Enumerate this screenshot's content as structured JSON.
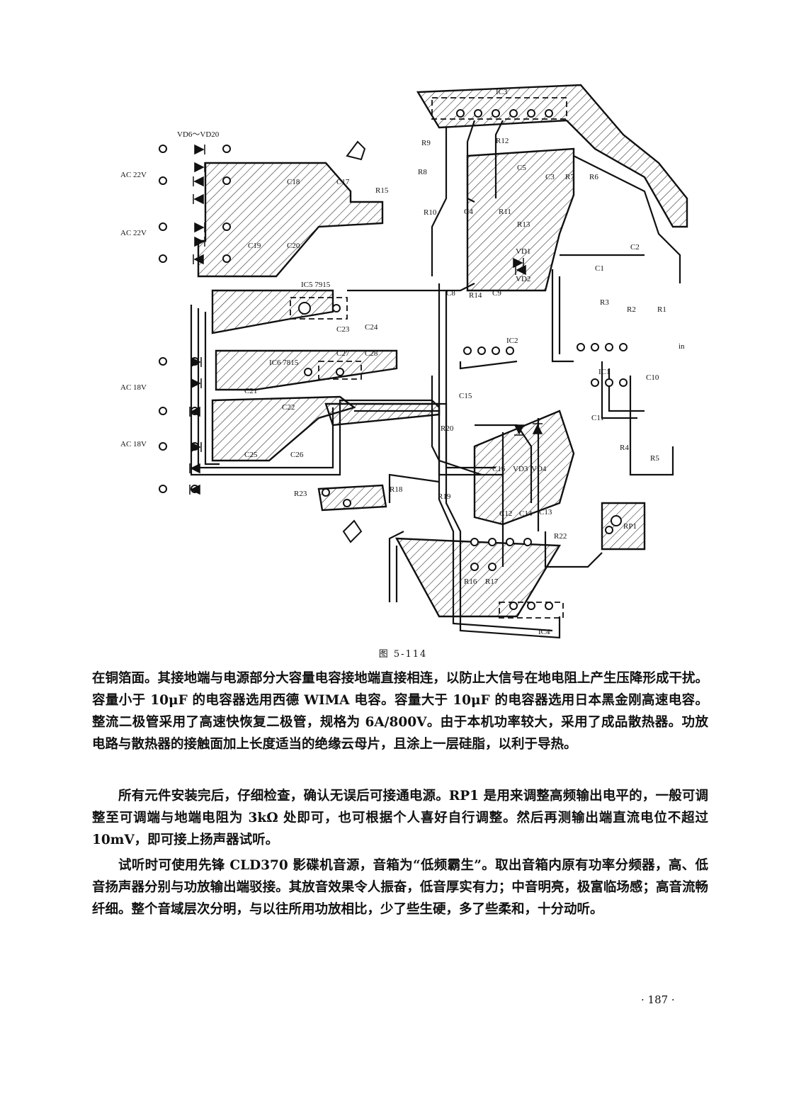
{
  "figure": {
    "caption": "图  5-114",
    "labels": {
      "ic3": "IC3",
      "ic2": "IC2",
      "ic1": "IC1",
      "ic4": "IC4",
      "ic5": "IC5 7915",
      "ic6": "IC6 7815",
      "vd_range": "VD6～VD20",
      "ac1": "AC 22V",
      "ac2": "AC 22V",
      "ac3": "AC 18V",
      "ac4": "AC 18V",
      "r1": "R1",
      "r2": "R2",
      "r3": "R3",
      "r4": "R4",
      "r5": "R5",
      "r6": "R6",
      "r7": "R7",
      "r8": "R8",
      "r9": "R9",
      "r10": "R10",
      "r11": "R11",
      "r12": "R12",
      "r13": "R13",
      "r14": "R14",
      "r15": "R15",
      "r16": "R16",
      "r17": "R17",
      "r18": "R18",
      "r19": "R19",
      "r20": "R20",
      "r22": "R22",
      "r23": "R23",
      "c1": "C1",
      "c2": "C2",
      "c3": "C3",
      "c4": "C4",
      "c5": "C5",
      "c8": "C8",
      "c9": "C9",
      "c10": "C10",
      "c11": "C11",
      "c12": "C12",
      "c13": "C13",
      "c14": "C14",
      "c15": "C15",
      "c16": "C16",
      "c17": "C17",
      "c18": "C18",
      "c19": "C19",
      "c20": "C20",
      "c21": "C21",
      "c22": "C22",
      "c23": "C23",
      "c24": "C24",
      "c25": "C25",
      "c26": "C26",
      "c27": "C27",
      "c28": "C28",
      "vd1": "VD1",
      "vd2": "VD2",
      "vd3": "VD3",
      "vd4": "VD4",
      "rp1": "RP1",
      "in": "in"
    }
  },
  "text": {
    "p1": "在铜箔面。其接地端与电源部分大容量电容接地端直接相连，以防止大信号在地电阻上产生压降形成干扰。容量小于 10μF 的电容器选用西德 WIMA 电容。容量大于 10μF 的电容器选用日本黑金刚高速电容。整流二极管采用了高速快恢复二极管，规格为 6A/800V。由于本机功率较大，采用了成品散热器。功放电路与散热器的接触面加上长度适当的绝缘云母片，且涂上一层硅脂，以利于导热。",
    "p2": "所有元件安装完后，仔细检查，确认无误后可接通电源。RP1 是用来调整高频输出电平的，一般可调整至可调端与地端电阻为 3kΩ 处即可，也可根据个人喜好自行调整。然后再测输出端直流电位不超过 10mV，即可接上扬声器试听。",
    "p3": "试听时可使用先锋 CLD370 影碟机音源，音箱为“低频霸生”。取出音箱内原有功率分频器，高、低音扬声器分别与功放输出端驳接。其放音效果令人振奋，低音厚实有力；中音明亮，极富临场感；高音流畅纤细。整个音域层次分明，与以往所用功放相比，少了些生硬，多了些柔和，十分动听。"
  },
  "page_number": "· 187 ·"
}
